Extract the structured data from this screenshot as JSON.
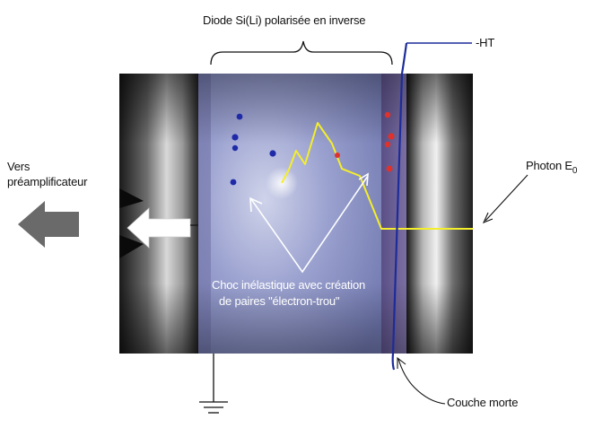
{
  "labels": {
    "diode_title": "Diode Si(Li) polarisée en inverse",
    "high_voltage": "-HT",
    "output_line1": "Vers",
    "output_line2": "préamplificateur",
    "photon_prefix": "Photon E",
    "photon_subscript": "0",
    "collision_line1": "Choc inélastique avec création",
    "collision_line2": "de paires \"électron-trou\"",
    "dead_layer": "Couche morte"
  },
  "colors": {
    "background": "#ffffff",
    "crystal": "#8f97c8",
    "photon_track": "#f5ee2a",
    "electron_dots": "#1f2aa8",
    "hole_dots": "#e0322b",
    "high_voltage_wire": "#1d2c9a",
    "arrow_gray": "#6a6a6a"
  },
  "icons": [
    "ground-symbol-icon",
    "left-arrow-icon",
    "white-arrow-icon"
  ]
}
